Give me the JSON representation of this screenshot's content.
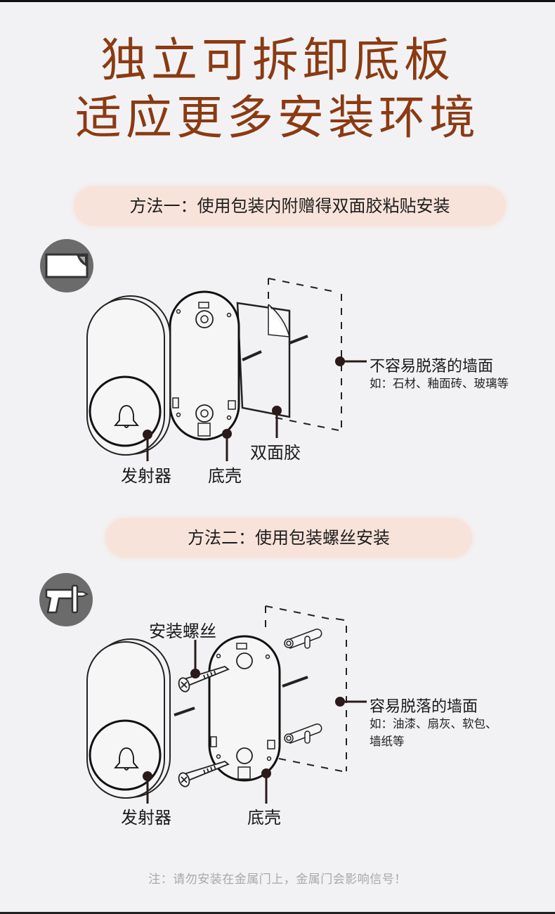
{
  "headline": {
    "line1": "独立可拆卸底板",
    "line2": "适应更多安装环境",
    "color": "#8b3a12"
  },
  "method1": {
    "title": "方法一：使用包装内附赠得双面胶粘贴安装",
    "icon": "adhesive-tape-icon",
    "labels": {
      "transmitter": "发射器",
      "base_shell": "底壳",
      "double_sided_tape": "双面胶"
    },
    "wall": {
      "title": "不容易脱落的墙面",
      "examples": "如：石材、釉面砖、玻璃等"
    }
  },
  "method2": {
    "title": "方法二：使用包装螺丝安装",
    "icon": "drill-icon",
    "labels": {
      "screws": "安装螺丝",
      "transmitter": "发射器",
      "base_shell": "底壳"
    },
    "wall": {
      "title": "容易脱落的墙面",
      "examples": "如：油漆、扇灰、软包、墙纸等"
    }
  },
  "note": "注：请勿安装在金属门上，金属门会影响信号！",
  "colors": {
    "pill_bg": "#f8e3da",
    "icon_circle": "#6b6b6b",
    "note_text": "#a8a8a8"
  }
}
